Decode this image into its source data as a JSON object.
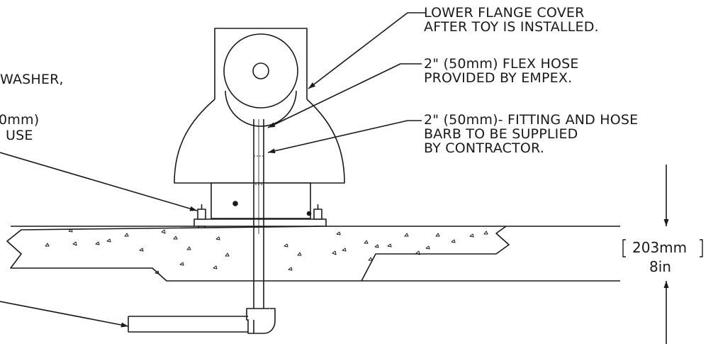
{
  "notes": {
    "flange_cover": [
      "LOWER FLANGE COVER",
      "AFTER TOY IS INSTALLED."
    ],
    "flex_hose": [
      "2\" (50mm) FLEX HOSE",
      "PROVIDED BY EMPEX."
    ],
    "fitting": [
      "2\" (50mm)- FITTING AND HOSE",
      "BARB TO BE SUPPLIED",
      "BY CONTRACTOR."
    ],
    "left_partial": [
      "WASHER,",
      "0mm)",
      "USE"
    ]
  },
  "dimension": {
    "metric": "203mm",
    "imperial": "8in"
  },
  "colors": {
    "line": "#1a1a1a",
    "background": "#ffffff"
  }
}
